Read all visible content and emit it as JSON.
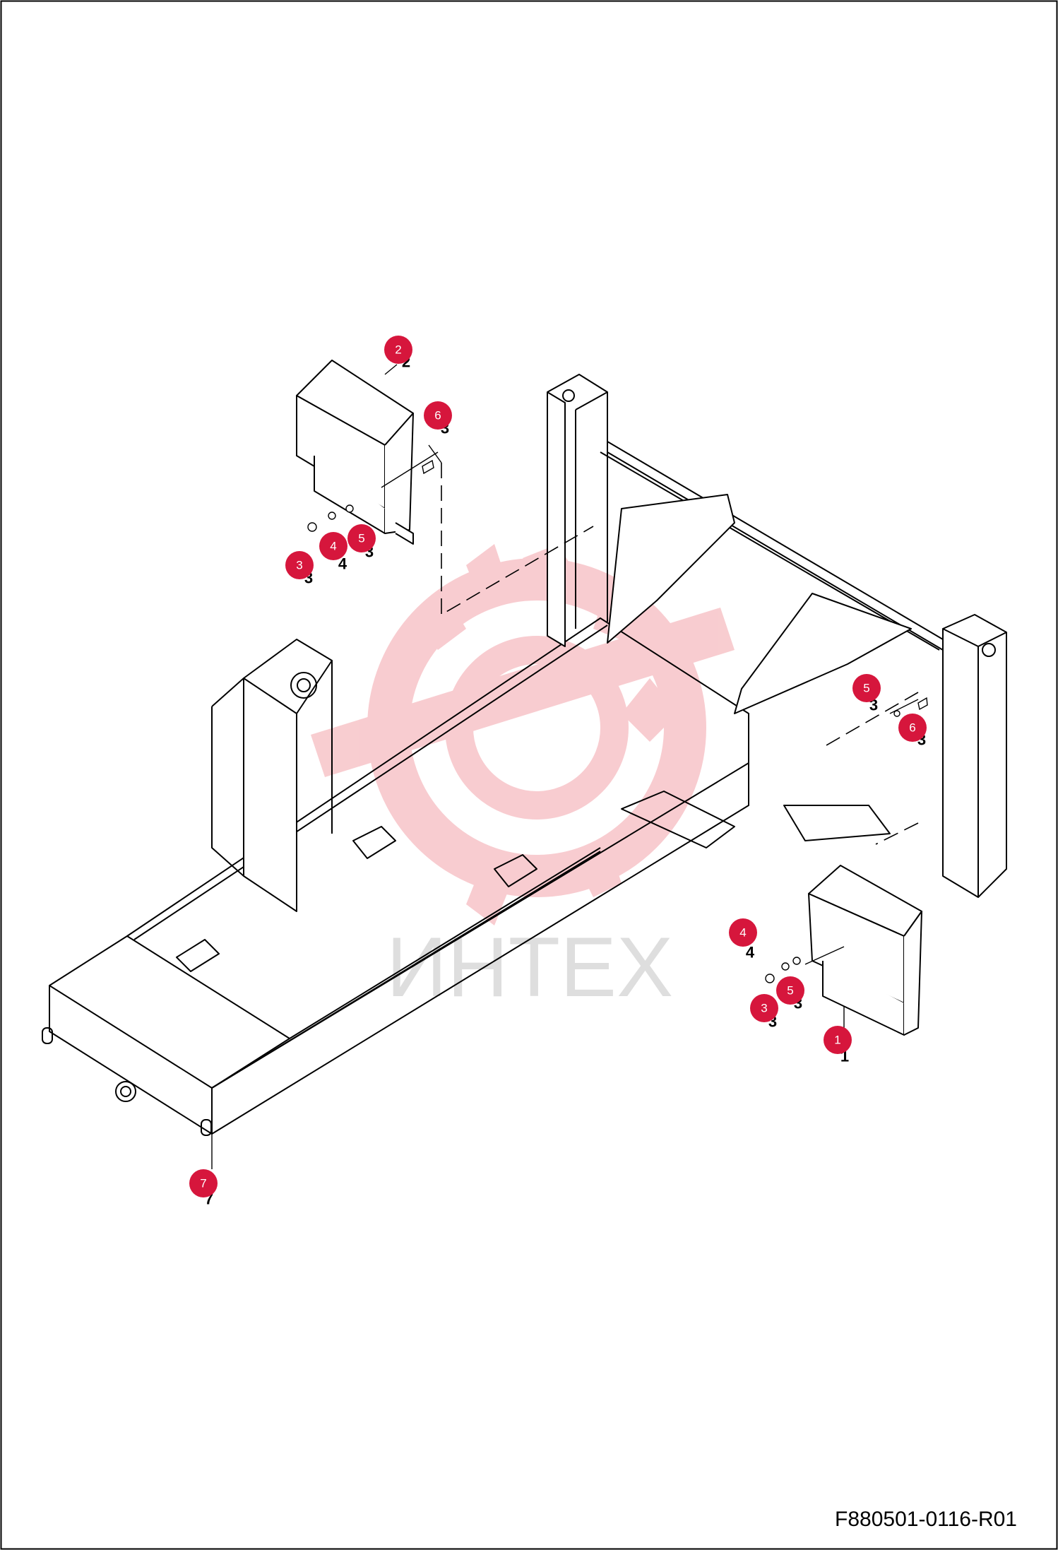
{
  "drawing_code": "F880501-0116-R01",
  "watermark_text": "ИНТЕХ",
  "colors": {
    "callout": "#d6163c",
    "watermark": "#f7c4c8",
    "watermark_text": "#d9d9d9",
    "line": "#000000"
  },
  "callouts": [
    {
      "id": "c1",
      "number": "1"
    },
    {
      "id": "c2",
      "number": "2"
    },
    {
      "id": "c3a",
      "number": "3"
    },
    {
      "id": "c3b",
      "number": "3"
    },
    {
      "id": "c4a",
      "number": "4"
    },
    {
      "id": "c4b",
      "number": "4"
    },
    {
      "id": "c5a",
      "number": "5"
    },
    {
      "id": "c5b",
      "number": "5"
    },
    {
      "id": "c5c",
      "number": "5"
    },
    {
      "id": "c6a",
      "number": "6"
    },
    {
      "id": "c6b",
      "number": "6"
    },
    {
      "id": "c7",
      "number": "7"
    }
  ]
}
